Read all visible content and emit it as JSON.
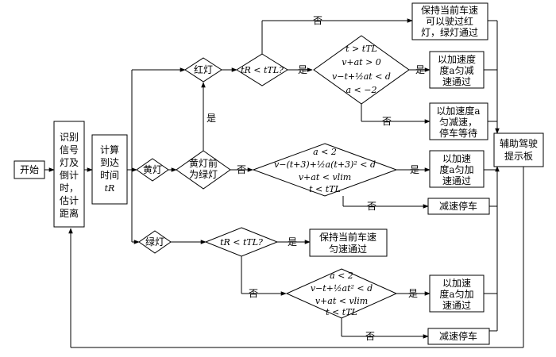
{
  "nodes": {
    "start": "开始",
    "identify": [
      "识别",
      "信号",
      "灯及",
      "倒计",
      "时，",
      "估计",
      "距离"
    ],
    "calc": [
      "计算",
      "到达",
      "时间",
      "tR"
    ],
    "red": "红灯",
    "yellow": "黄灯",
    "green": "绿灯",
    "red_cond": "tR < tTL?",
    "red_keep": [
      "保持当前车速",
      "可以驶过红",
      "灯，绿灯通过"
    ],
    "red_cond2": [
      "t > tTL",
      "v+at > 0",
      "v−t+½at < d",
      "a < −2"
    ],
    "red_accel": [
      "以加速度",
      "度a匀减",
      "速通过"
    ],
    "red_decel": [
      "以加速度a",
      "匀减速，",
      "停车等待"
    ],
    "yellow_cond": [
      "黄灯前",
      "为绿灯"
    ],
    "yellow_cond2": [
      "a < 2",
      "v−(t+3)+½a(t+3)² < d",
      "v+at < vlim",
      "t < tTL"
    ],
    "yellow_accel": [
      "以加速",
      "度a匀加",
      "速通过"
    ],
    "yellow_stop": "减速停车",
    "green_cond": "tR < tTL?",
    "green_keep": [
      "保持当前车速",
      "匀速通过"
    ],
    "green_cond2": [
      "a < 2",
      "v−t+½at² < d",
      "v+at < vlim",
      "t < tTL"
    ],
    "green_accel": [
      "以加速",
      "度a匀加",
      "速通过"
    ],
    "green_stop": "减速停车",
    "assist": [
      "辅助驾驶",
      "提示板"
    ]
  },
  "labels": {
    "yes": "是",
    "no": "否"
  }
}
